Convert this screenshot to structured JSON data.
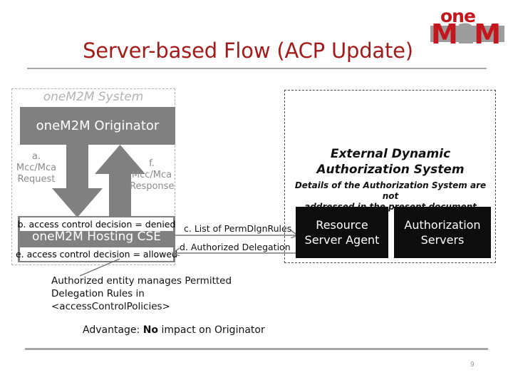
{
  "slide": {
    "title": "Server-based Flow (ACP Update)",
    "page_number": "9",
    "title_color": "#a41b1b",
    "rule_color": "#a6a6a6"
  },
  "logo": {
    "top_text": "one",
    "m_left": "M",
    "digit": "2",
    "m_right": "M",
    "red": "#c4161c",
    "gray": "#9d9d9d"
  },
  "diagram": {
    "onem2m_system_label": "oneM2M System",
    "originator_box": "oneM2M Originator",
    "hosting_cse_box": "oneM2M Hosting CSE",
    "denied_strip": "b. access control decision = denied",
    "allowed_strip": "e. access control decision = allowed",
    "request_label": "a.\nMcc/Mca\nRequest",
    "request_label_lines": [
      "a.",
      "Mcc/Mca",
      "Request"
    ],
    "response_label_lines": [
      "f.",
      "Mcc/Mca",
      "Response"
    ],
    "connector_c": "c. List of PermDlgnRules",
    "connector_d": "d. Authorized Delegation",
    "external_title_lines": [
      "External Dynamic",
      "Authorization System"
    ],
    "external_sub_lines": [
      "Details of the Authorization System are not",
      "addressed in the present document"
    ],
    "resource_server_agent": "Resource\nServer Agent",
    "resource_server_agent_lines": [
      "Resource",
      "Server Agent"
    ],
    "authorization_servers_lines": [
      "Authorization",
      "Servers"
    ],
    "note_lines": [
      "Authorized entity manages Permitted",
      "Delegation Rules in <accessControlPolicies>"
    ],
    "box_gray": "#808080",
    "box_black": "#0d0d0d",
    "dashed_gray": "#b3b3b3",
    "arrow_gray": "#808080"
  },
  "footer": {
    "advantage_prefix": "Advantage: ",
    "advantage_bold": "No",
    "advantage_rest": " impact on Originator"
  }
}
